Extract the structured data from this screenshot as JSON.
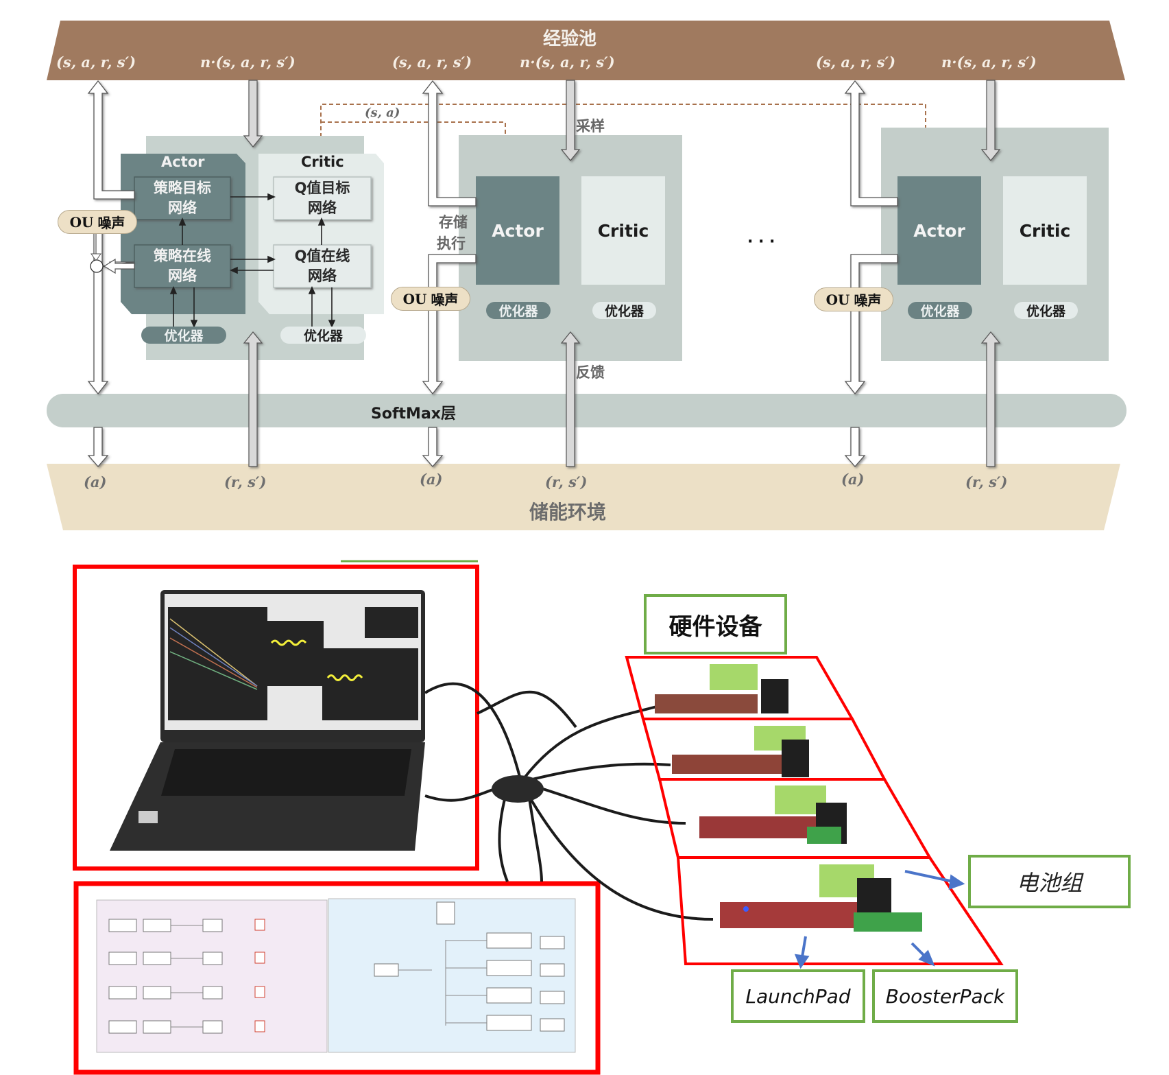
{
  "experience_pool": {
    "title": "经验池",
    "labels": [
      "(s, a, r, s′)",
      "n·(s, a, r, s′)",
      "(s, a, r, s′)",
      "n·(s, a, r, s′)",
      "(s, a, r, s′)",
      "n·(s, a, r, s′)"
    ]
  },
  "agent_detailed": {
    "actor_title": "Actor",
    "critic_title": "Critic",
    "policy_target_net": [
      "策略目标",
      "网络"
    ],
    "policy_online_net": [
      "策略在线",
      "网络"
    ],
    "q_target_net": [
      "Q值目标",
      "网络"
    ],
    "q_online_net": [
      "Q值在线",
      "网络"
    ],
    "actor_optimizer": "优化器",
    "critic_optimizer": "优化器",
    "ou_noise": {
      "prefix": "OU",
      "text": "噪声"
    },
    "sum_symbol": "+",
    "dashed_label": "(s, a)"
  },
  "agent_simple_2": {
    "actor": "Actor",
    "critic": "Critic",
    "actor_optimizer": "优化器",
    "critic_optimizer": "优化器",
    "ou_noise": {
      "prefix": "OU",
      "text": "噪声"
    },
    "store_label": "存储",
    "execute_label": "执行",
    "sample_label": "采样",
    "feedback_label": "反馈"
  },
  "ellipsis": "· · ·",
  "agent_simple_n": {
    "actor": "Actor",
    "critic": "Critic",
    "actor_optimizer": "优化器",
    "critic_optimizer": "优化器",
    "ou_noise": {
      "prefix": "OU",
      "text": "噪声"
    }
  },
  "softmax": {
    "label": "SoftMax层"
  },
  "environment": {
    "title": "储能环境",
    "labels": [
      "(a)",
      "(r, s′)",
      "(a)",
      "(r, s′)",
      "(a)",
      "(r, s′)"
    ]
  },
  "hardware": {
    "hardware_title": "硬件设备",
    "battery_label": "电池组",
    "launchpad_label": "LaunchPad",
    "boosterpack_label": "BoosterPack",
    "board_count": 4
  },
  "colors": {
    "pool": "#a07a5f",
    "environment": "#ece0c6",
    "softmax": "#c4cfcb",
    "actor": "#6c8485",
    "critic_light": "#e5ecea",
    "group_bg": "#c4ceca",
    "dashed": "#a8714c",
    "red_frame": "#ff0000",
    "green_frame": "#6fac47",
    "arrow_blue": "#4a74c9"
  }
}
